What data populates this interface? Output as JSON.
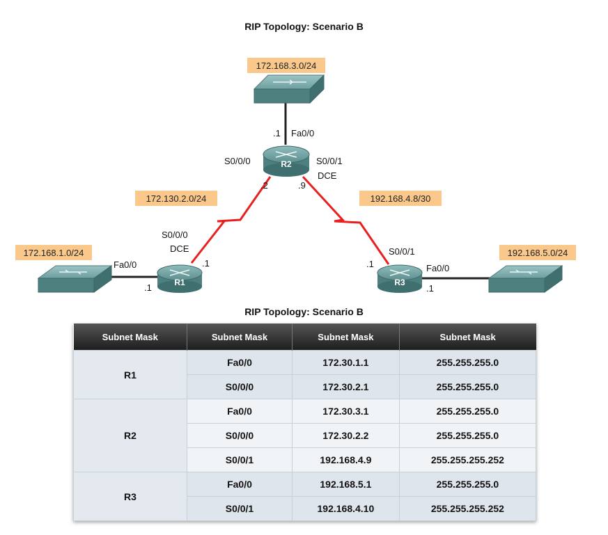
{
  "title_top": "RIP Topology: Scenario B",
  "title_table": "RIP Topology: Scenario B",
  "colors": {
    "network_label_bg": "#f9c88a",
    "serial_link": "#e8201f",
    "ethernet_link": "#222222",
    "device": "#5b8f8f"
  },
  "networks": {
    "n3": "172.168.3.0/24",
    "n2": "172.130.2.0/24",
    "n4": "192.168.4.8/30",
    "n1": "172.168.1.0/24",
    "n5": "192.168.5.0/24"
  },
  "routers": {
    "r1": {
      "name": "R1",
      "dce_if": "S0/0/0",
      "dce": "DCE",
      "lan_if": "Fa0/0",
      "lan_host": ".1",
      "wan_host": ".1"
    },
    "r2": {
      "name": "R2",
      "lan_if": "Fa0/0",
      "lan_host": ".1",
      "left_if": "S0/0/0",
      "left_host": ".2",
      "right_if": "S0/0/1",
      "dce": "DCE",
      "right_host": ".9"
    },
    "r3": {
      "name": "R3",
      "wan_if": "S0/0/1",
      "wan_host": ".1",
      "lan_if": "Fa0/0",
      "lan_host": ".1"
    }
  },
  "table": {
    "headers": [
      "Subnet Mask",
      "Subnet Mask",
      "Subnet Mask",
      "Subnet Mask"
    ],
    "r1": {
      "device": "R1",
      "rows": [
        [
          "Fa0/0",
          "172.30.1.1",
          "255.255.255.0"
        ],
        [
          "S0/0/0",
          "172.30.2.1",
          "255.255.255.0"
        ]
      ]
    },
    "r2": {
      "device": "R2",
      "rows": [
        [
          "Fa0/0",
          "172.30.3.1",
          "255.255.255.0"
        ],
        [
          "S0/0/0",
          "172.30.2.2",
          "255.255.255.0"
        ],
        [
          "S0/0/1",
          "192.168.4.9",
          "255.255.255.252"
        ]
      ]
    },
    "r3": {
      "device": "R3",
      "rows": [
        [
          "Fa0/0",
          "192.168.5.1",
          "255.255.255.0"
        ],
        [
          "S0/0/1",
          "192.168.4.10",
          "255.255.255.252"
        ]
      ]
    }
  }
}
